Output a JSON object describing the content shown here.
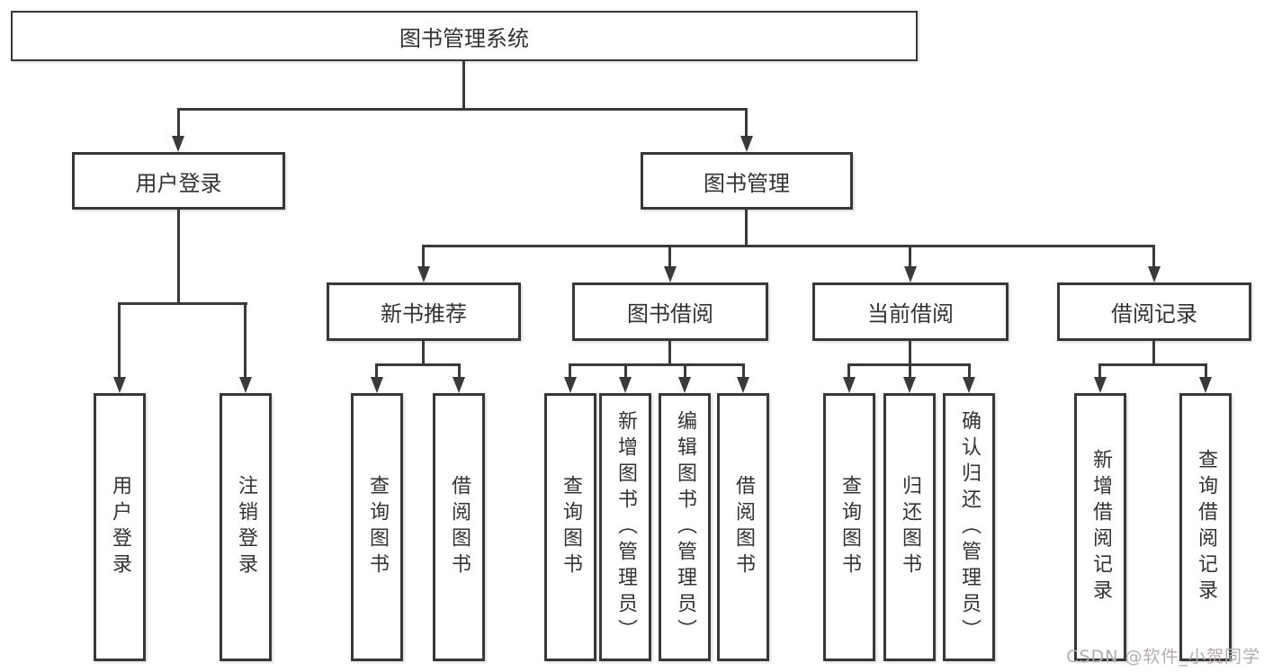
{
  "diagram": {
    "type": "hierarchy-tree",
    "colors": {
      "background": "#ffffff",
      "box_border": "#383838",
      "line": "#3a3a3a",
      "text": "#333333",
      "watermark": "#b4acac"
    },
    "nodes": {
      "root": {
        "id": "library-management-system",
        "label": "图书管理系统"
      },
      "level2": [
        {
          "id": "user-login",
          "label": "用户登录"
        },
        {
          "id": "book-management",
          "label": "图书管理"
        }
      ],
      "level3": [
        {
          "id": "new-book-recommend",
          "label": "新书推荐",
          "parent": "book-management"
        },
        {
          "id": "book-borrowing",
          "label": "图书借阅",
          "parent": "book-management"
        },
        {
          "id": "current-borrowing",
          "label": "当前借阅",
          "parent": "book-management"
        },
        {
          "id": "borrowing-records",
          "label": "借阅记录",
          "parent": "book-management"
        }
      ],
      "leaves": [
        {
          "id": "leaf-user-login",
          "label": "用户登录",
          "parent": "user-login"
        },
        {
          "id": "leaf-logout",
          "label": "注销登录",
          "parent": "user-login"
        },
        {
          "id": "leaf-query-books-recommend",
          "label": "查询图书",
          "parent": "new-book-recommend"
        },
        {
          "id": "leaf-borrow-books-recommend",
          "label": "借阅图书",
          "parent": "new-book-recommend"
        },
        {
          "id": "leaf-query-books-borrowing",
          "label": "查询图书",
          "parent": "book-borrowing"
        },
        {
          "id": "leaf-add-books-admin",
          "label": "新增图书（管理员）",
          "parent": "book-borrowing"
        },
        {
          "id": "leaf-edit-books-admin",
          "label": "编辑图书（管理员）",
          "parent": "book-borrowing"
        },
        {
          "id": "leaf-borrow-books-borrowing",
          "label": "借阅图书",
          "parent": "book-borrowing"
        },
        {
          "id": "leaf-query-books-current",
          "label": "查询图书",
          "parent": "current-borrowing"
        },
        {
          "id": "leaf-return-books",
          "label": "归还图书",
          "parent": "current-borrowing"
        },
        {
          "id": "leaf-confirm-return-admin",
          "label": "确认归还（管理员）",
          "parent": "current-borrowing"
        },
        {
          "id": "leaf-add-borrow-record",
          "label": "新增借阅记录",
          "parent": "borrowing-records"
        },
        {
          "id": "leaf-query-borrow-record",
          "label": "查询借阅记录",
          "parent": "borrowing-records"
        }
      ]
    },
    "watermark": {
      "text": "CSDN @软件_小贺同学"
    }
  }
}
